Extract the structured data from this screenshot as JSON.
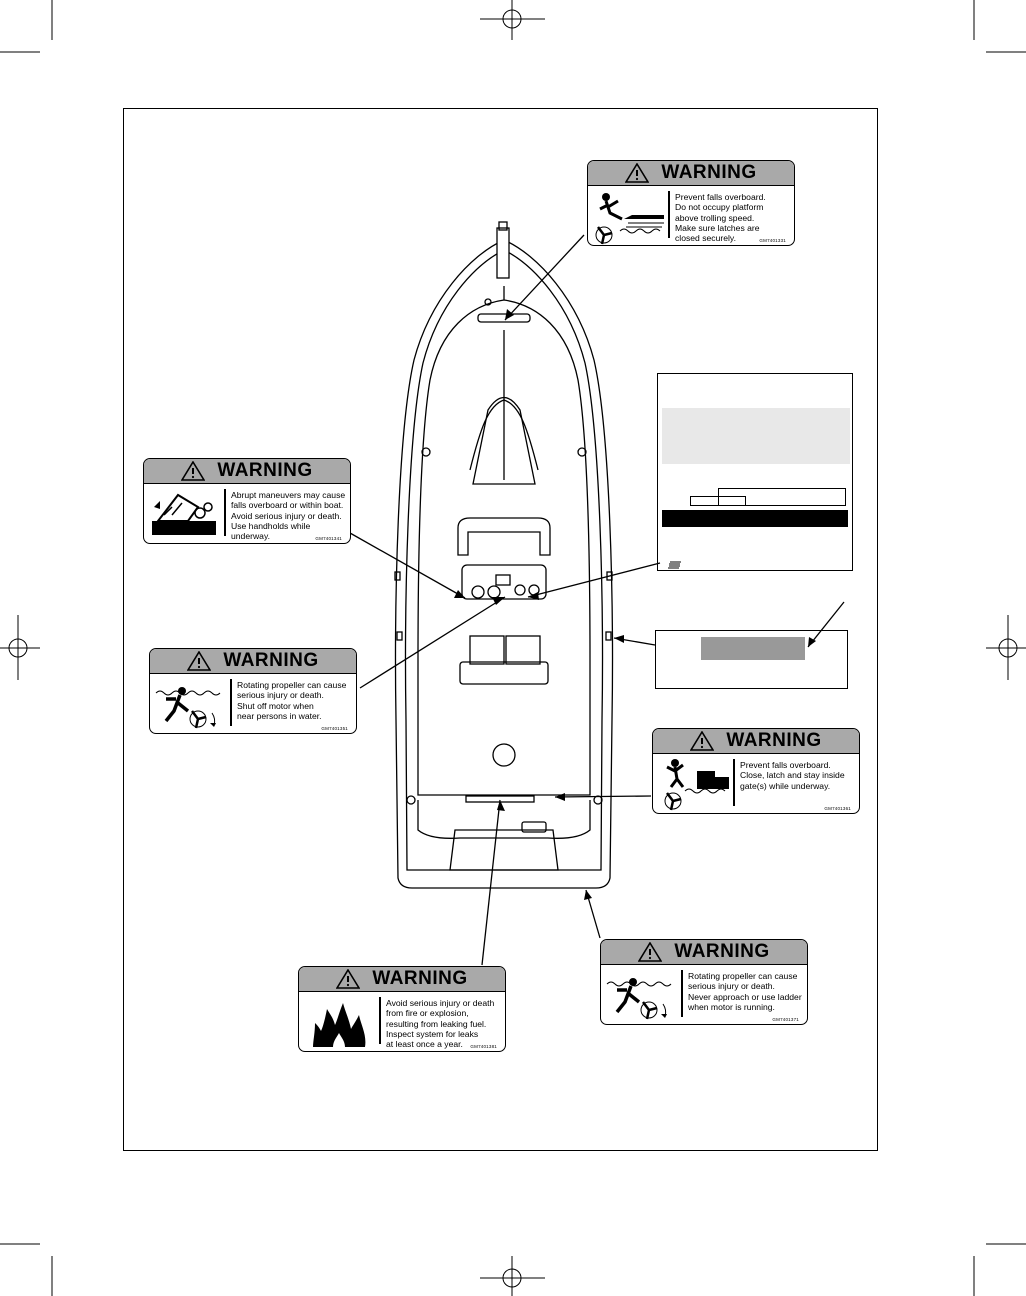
{
  "labels": {
    "top_platform": {
      "header": "WARNING",
      "pictogram": "fall-overboard-platform-icon",
      "text": "Prevent falls overboard.\nDo not occupy platform\nabove trolling speed.\nMake sure latches are\nclosed securely.",
      "code": "GM7401331"
    },
    "maneuvers": {
      "header": "WARNING",
      "pictogram": "abrupt-maneuver-icon",
      "text": "Abrupt maneuvers may cause\nfalls overboard or within boat.\nAvoid serious injury or death.\nUse handholds while underway.",
      "code": "GM7401341"
    },
    "propeller_console": {
      "header": "WARNING",
      "pictogram": "propeller-swimmer-icon",
      "text": "Rotating propeller can cause\nserious injury or death.\nShut off motor when\nnear persons in water.",
      "code": "GM7401351"
    },
    "gate": {
      "header": "WARNING",
      "pictogram": "fall-overboard-gate-icon",
      "text": "Prevent falls overboard.\nClose, latch and stay inside\ngate(s) while underway.",
      "code": "GM7401361"
    },
    "propeller_ladder": {
      "header": "WARNING",
      "pictogram": "propeller-swimmer-icon",
      "text": "Rotating propeller can cause\nserious injury or death.\nNever approach or use ladder\nwhen motor is running.",
      "code": "GM7401371"
    },
    "fuel": {
      "header": "WARNING",
      "pictogram": "fire-flames-icon",
      "text": "Avoid serious injury or death\nfrom fire or explosion,\nresulting from leaking fuel.\nInspect system for leaks\nat least once a year.",
      "code": "GM7401381"
    }
  },
  "colors": {
    "header_gray": "#a9a9a9",
    "line": "#000000",
    "plate_gray": "#e8e8e8"
  }
}
